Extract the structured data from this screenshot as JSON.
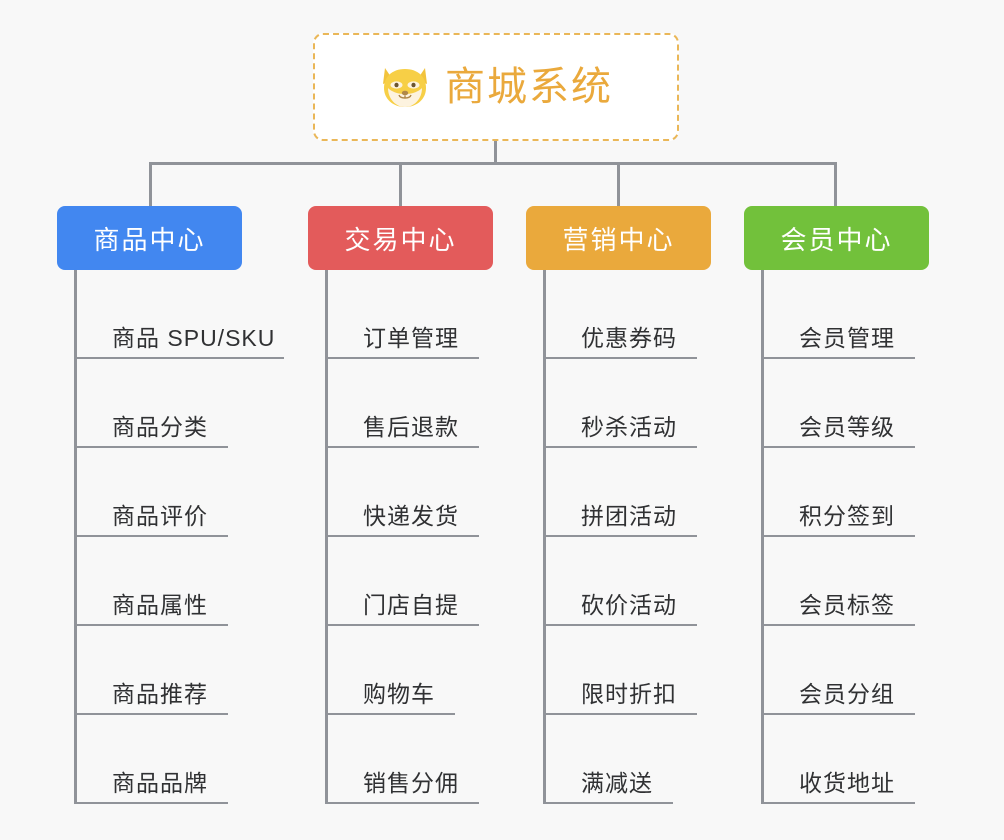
{
  "diagram": {
    "title": "商城系统",
    "type": "mind-map",
    "background_color": "#f8f8f8",
    "connector_color": "#909399",
    "root": {
      "label": "商城系统",
      "icon": "shiba-dog-face-icon",
      "text_color": "#eaa93c",
      "border_color": "#eab758",
      "background_color": "#ffffff"
    },
    "branches": [
      {
        "label": "商品中心",
        "color": "#4287f0",
        "items": [
          "商品 SPU/SKU",
          "商品分类",
          "商品评价",
          "商品属性",
          "商品推荐",
          "商品品牌"
        ]
      },
      {
        "label": "交易中心",
        "color": "#e35b5b",
        "items": [
          "订单管理",
          "售后退款",
          "快递发货",
          "门店自提",
          "购物车",
          "销售分佣"
        ]
      },
      {
        "label": "营销中心",
        "color": "#eaa93c",
        "items": [
          "优惠券码",
          "秒杀活动",
          "拼团活动",
          "砍价活动",
          "限时折扣",
          "满减送"
        ]
      },
      {
        "label": "会员中心",
        "color": "#72c13b",
        "items": [
          "会员管理",
          "会员等级",
          "积分签到",
          "会员标签",
          "会员分组",
          "收货地址"
        ]
      }
    ]
  }
}
